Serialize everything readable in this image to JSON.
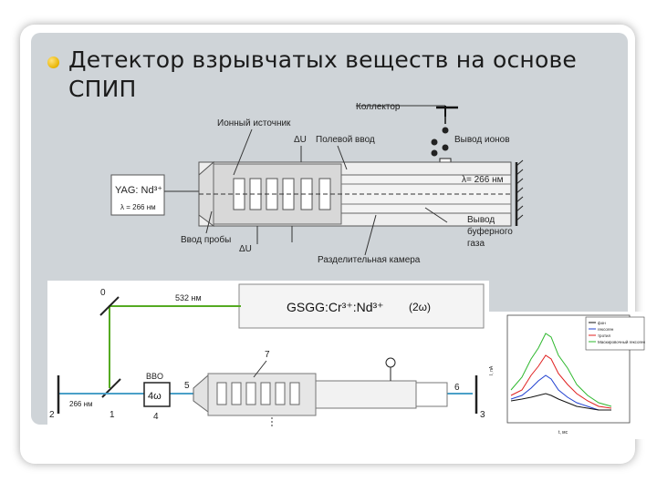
{
  "slide": {
    "title": "Детектор взрывчатых веществ на основе СПИП"
  },
  "top_diagram": {
    "labels": {
      "collector": "Коллектор",
      "ion_source": "Ионный источник",
      "field_input": "Полевой ввод",
      "du_top": "ΔU",
      "ion_output": "Вывод ионов",
      "laser": "YAG: Nd³⁺",
      "laser_wavelength": "λ = 266 нм",
      "beam_wavelength": "λ= 266 нм",
      "buffer_gas_1": "Вывод",
      "buffer_gas_2": "буферного",
      "buffer_gas_3": "газа",
      "probe_input": "Ввод пробы",
      "du_bottom": "ΔU",
      "separation_chamber": "Разделительная камера"
    }
  },
  "bottom_diagram": {
    "labels": {
      "n0": "0",
      "wl_532": "532 нм",
      "crystal": "GSGG:Cr³⁺:Nd³⁺",
      "harmonic_2": "(2ω)",
      "n7": "7",
      "bbo": "BBO",
      "harmonic_4": "4ω",
      "n5": "5",
      "n6": "6",
      "n2": "2",
      "wl_266": "266 нм",
      "n1": "1",
      "n4": "4",
      "n3": "3"
    }
  },
  "inset_chart": {
    "legend": [
      "фон",
      "гексоген",
      "тротил",
      "Маскировочный гексоген"
    ],
    "colors": {
      "green": "#2eb82e",
      "red": "#e02020",
      "blue": "#2040d0",
      "black": "#111111"
    },
    "xlabel": "t, мс",
    "ylabel": "I, пА"
  },
  "colors": {
    "bullet": "#e8b400",
    "beam_green": "#55aa22",
    "beam_blue": "#4aa0c8"
  }
}
